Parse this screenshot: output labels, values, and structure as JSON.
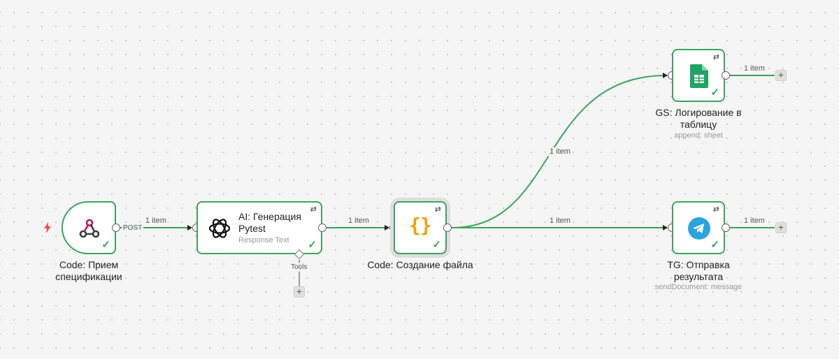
{
  "nodes": {
    "webhook": {
      "title": "Code: Прием спецификации",
      "output_label": "POST",
      "icon": "webhook-icon",
      "status": "success"
    },
    "ai": {
      "title": "AI: Генерация Pytest",
      "subtitle": "Response Text",
      "tools_label": "Tools",
      "icon": "openai-icon",
      "status": "success"
    },
    "code": {
      "title": "Code: Создание файла",
      "icon": "code-braces-icon",
      "status": "success"
    },
    "gs": {
      "title": "GS: Логирование в таблицу",
      "subtitle": "append: sheet",
      "icon": "google-sheets-icon",
      "status": "success"
    },
    "tg": {
      "title": "TG: Отправка результата",
      "subtitle": "sendDocument: message",
      "icon": "telegram-icon",
      "status": "success"
    }
  },
  "edges": {
    "webhook_ai": "1 item",
    "ai_code": "1 item",
    "code_gs": "1 item",
    "code_tg": "1 item",
    "gs_out": "1 item",
    "tg_out": "1 item"
  },
  "buttons": {
    "add": "+"
  },
  "colors": {
    "success": "#3aa55b",
    "edge_active": "#3aa55b",
    "edge_inactive": "#9a9a9a",
    "code_orange": "#f59e0b",
    "telegram_blue": "#2aa3de",
    "sheets_green": "#1fa463",
    "trigger_red": "#ef5350"
  }
}
